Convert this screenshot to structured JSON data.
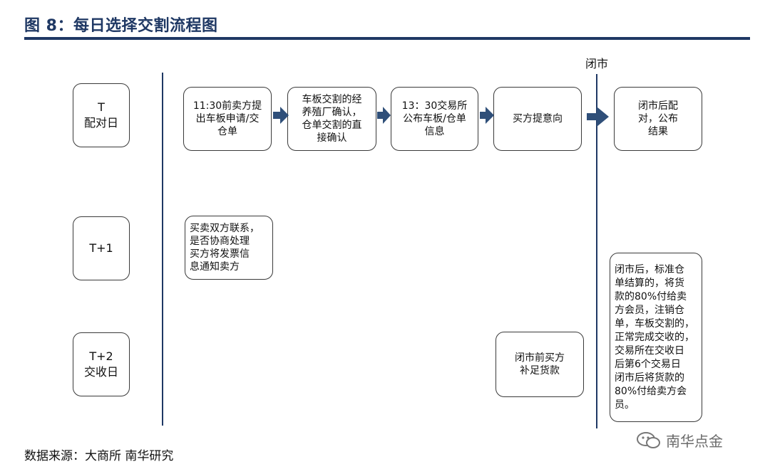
{
  "title": "图 8：每日选择交割流程图",
  "close_label": "闭市",
  "days": {
    "t": "T\n配对日",
    "t1": "T+1",
    "t2": "T+2\n交收日"
  },
  "steps": {
    "s1": "11:30前卖方提\n出车板申请/交\n仓单",
    "s2": "车板交割的经\n养殖厂确认，\n仓单交割的直\n接确认",
    "s3": "13：30交易所\n公布车板/仓单\n信息",
    "s4": "买方提意向",
    "s5": "闭市后配\n对，公布\n结果",
    "s6": "买卖双方联系，\n是否协商处理\n买方将发票信\n息通知卖方",
    "s7": "闭市前买方\n补足货款",
    "s8": "闭市后，标准仓\n单结算的，将货\n款的80%付给卖\n方会员，注销仓\n单，车板交割的，\n正常完成交收的，\n交易所在交收日\n后第6个交易日\n闭市后将货款的\n80%付给卖方会\n员。"
  },
  "source": "数据来源：大商所  南华研究",
  "watermark": "南华点金",
  "icons": {
    "watermark_icon": "wechat-icon"
  },
  "colors": {
    "title": "#1f3864",
    "arrow": "#2f4f79",
    "line": "#1f3864"
  }
}
